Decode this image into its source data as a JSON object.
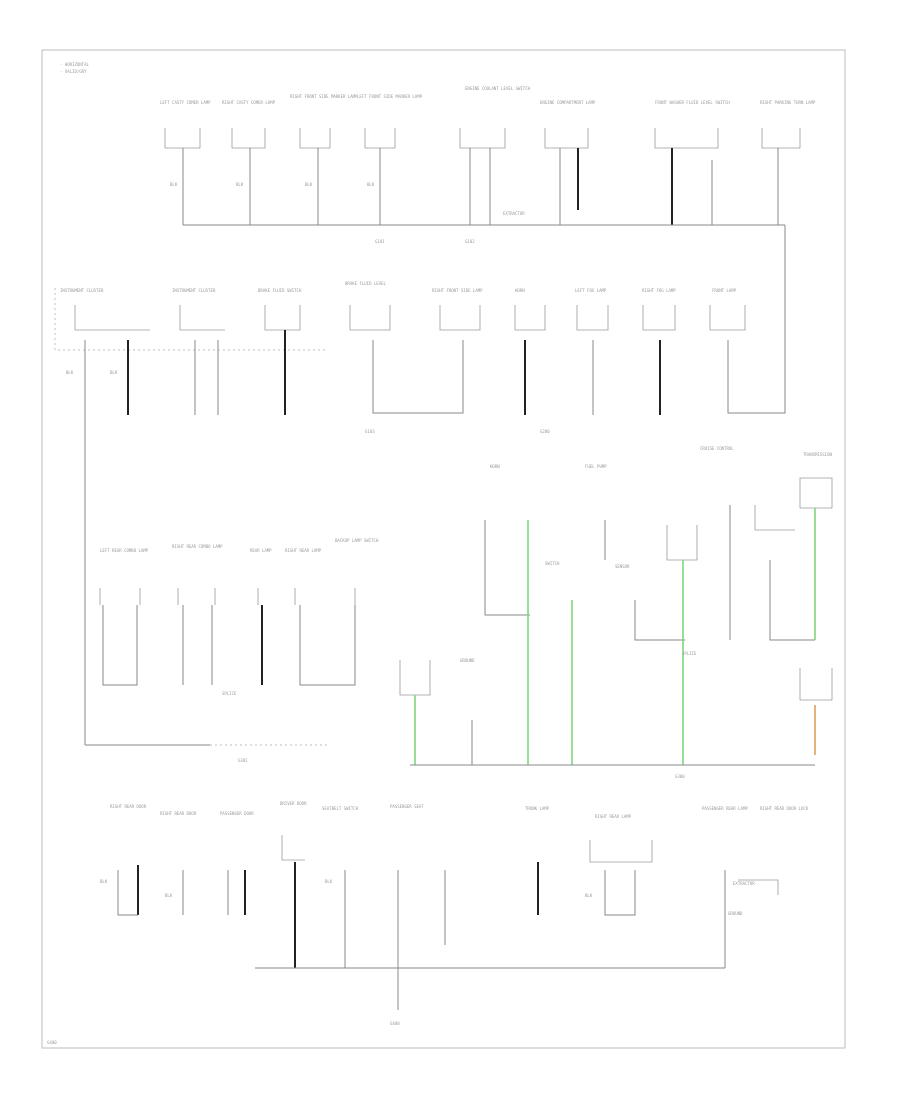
{
  "legend": [
    "- HORIZONTAL",
    "- VALID/GRY"
  ],
  "colors": {
    "wire": "#8a8a8a",
    "highlight_green": "#7fd67f",
    "highlight_orange": "#e0a060",
    "frame": "#bdbdbd"
  },
  "top_components": [
    "LEFT CASTY COMER LAMP",
    "RIGHT CASTY COMER LAMP",
    "RIGHT FRONT SIDE MARKER LAMP",
    "LEFT FRONT SIDE MARKER LAMP",
    "ENGINE COOLANT LEVEL SWITCH",
    "ENGINE COMPARTMENT LAMP",
    "FRONT WASHER FLUID LEVEL SWITCH",
    "RIGHT PARKING TURN LAMP"
  ],
  "row2_components": [
    "INSTRUMENT CLUSTER",
    "INSTRUMENT CLUSTER",
    "BRAKE FLUID SWITCH",
    "BRAKE FLUID LEVEL",
    "RIGHT FRONT SIDE LAMP",
    "HORN",
    "LEFT FOG LAMP",
    "RIGHT FOG LAMP",
    "FRONT LAMP"
  ],
  "row3_components": [
    "LEFT REAR COMBO LAMP",
    "RIGHT REAR COMBO LAMP",
    "REAR LAMP",
    "RIGHT REAR LAMP",
    "BACKUP LAMP SWITCH"
  ],
  "bottom_components": [
    "RIGHT REAR DOOR",
    "RIGHT REAR DOOR",
    "PASSENGER DOOR",
    "DRIVER DOOR",
    "SEATBELT SWITCH",
    "PASSENGER SEAT",
    "TRUNK LAMP",
    "RIGHT REAR LAMP",
    "PASSENGER REAR LAMP",
    "RIGHT REAR DOOR LOCK"
  ],
  "mid_right_components": [
    "HORN",
    "FUEL PUMP",
    "CRUISE CONTROL",
    "SWITCH",
    "SENSOR",
    "TRANSMISSION"
  ],
  "wire_codes": [
    "BLK",
    "BLK",
    "BLK",
    "BLK",
    "BLK",
    "BLK",
    "BLK",
    "BLK",
    "BLK",
    "BLK"
  ],
  "ground_labels": [
    "G101",
    "G102",
    "G103",
    "G200",
    "G300",
    "G301",
    "G400"
  ],
  "notes": [
    "EXTRACTOR",
    "EXTRACTOR",
    "SPLICE",
    "SPLICE",
    "GROUND",
    "GROUND"
  ],
  "footer": "G400"
}
